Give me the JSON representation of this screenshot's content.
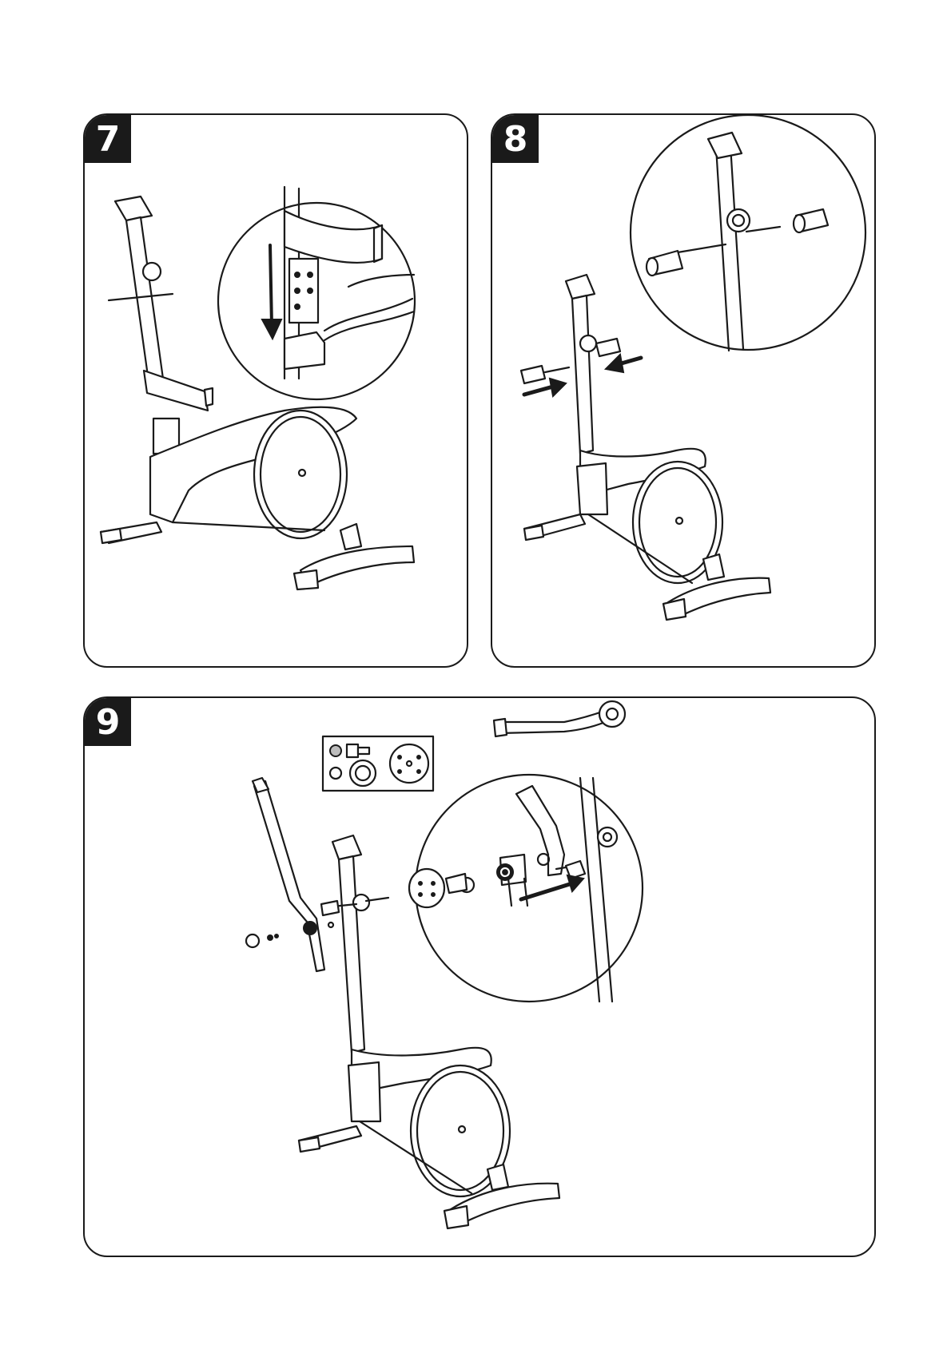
{
  "steps": [
    {
      "number": "7"
    },
    {
      "number": "8"
    },
    {
      "number": "9"
    }
  ]
}
